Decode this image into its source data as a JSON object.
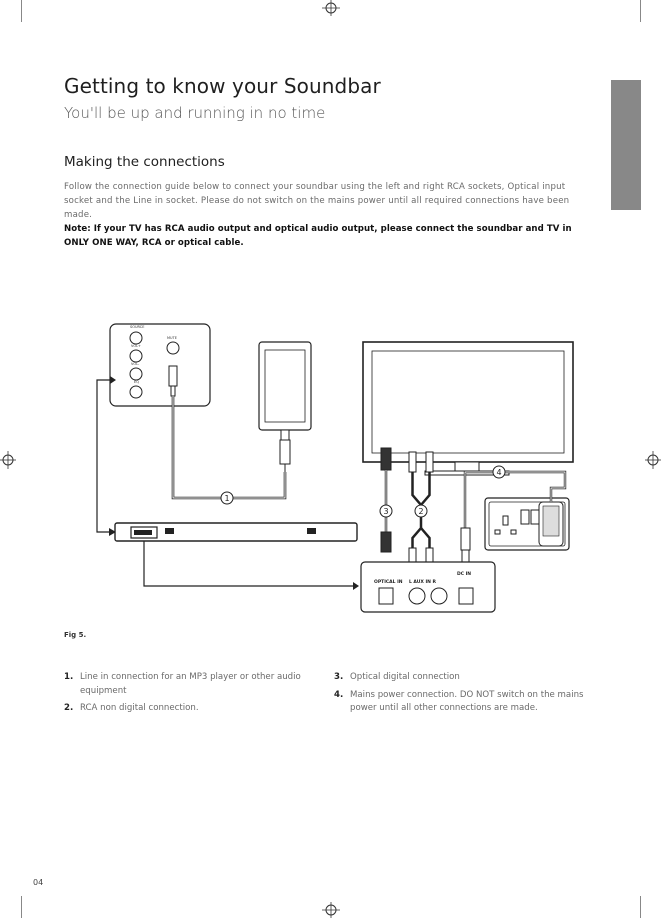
{
  "header": {
    "title": "Getting to know your Soundbar",
    "subtitle": "You'll be up and running in no time"
  },
  "section": {
    "heading": "Making the connections",
    "intro": "Follow the connection guide below to connect your soundbar using the left and right RCA sockets, Optical input socket and the Line in socket.  Please do not switch on the mains power until all required connections have been made.",
    "note": "Note: If your TV has RCA audio output and optical audio output, please connect the soundbar and TV in ONLY ONE WAY, RCA or optical cable."
  },
  "diagram": {
    "remote_labels": [
      "SOURCE",
      "VOL+",
      "VOL-",
      "EQ",
      "MUTE"
    ],
    "callouts": [
      "1",
      "2",
      "3",
      "4"
    ],
    "panel_labels": {
      "optical_in": "OPTICAL IN",
      "aux_in": "L  AUX IN  R",
      "dc_in": "DC IN"
    },
    "caption": "Fig 5."
  },
  "legend": [
    {
      "num": "1.",
      "text": "Line in connection for an MP3 player or other audio equipment"
    },
    {
      "num": "2.",
      "text": "RCA non digital connection."
    },
    {
      "num": "3.",
      "text": "Optical digital connection"
    },
    {
      "num": "4.",
      "text": "Mains power connection.  DO NOT switch on the mains power until all other connections are made."
    }
  ],
  "footer": {
    "page_number": "04"
  }
}
